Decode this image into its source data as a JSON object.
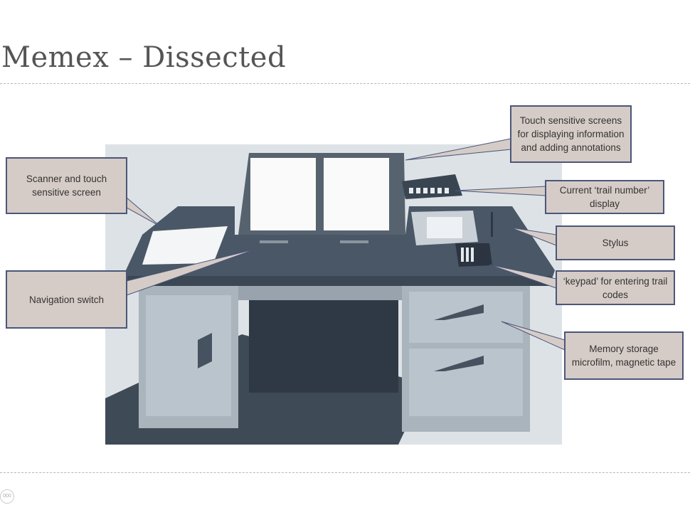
{
  "slide": {
    "title": "Memex – Dissected",
    "page_indicator": "000"
  },
  "callouts": [
    {
      "id": "screens",
      "text": "Touch sensitive screens for displaying information and adding annotations"
    },
    {
      "id": "trail-number",
      "text": "Current ‘trail number’ display"
    },
    {
      "id": "stylus",
      "text": "Stylus"
    },
    {
      "id": "keypad",
      "text": "‘keypad’ for entering trail codes"
    },
    {
      "id": "memory",
      "text": "Memory storage microfilm, magnetic tape"
    },
    {
      "id": "scanner",
      "text": "Scanner and touch sensitive screen"
    },
    {
      "id": "navigation",
      "text": "Navigation switch"
    }
  ],
  "colors": {
    "callout_fill": "#d6ccc7",
    "callout_border": "#4b5679",
    "desk_dark": "#4a5766",
    "desk_light": "#a9b4bd"
  }
}
